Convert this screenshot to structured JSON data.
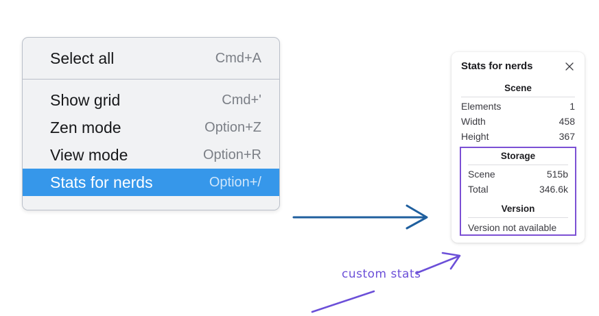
{
  "context_menu": {
    "groups": [
      {
        "items": [
          {
            "label": "Select all",
            "shortcut": "Cmd+A",
            "highlighted": false
          }
        ]
      },
      {
        "items": [
          {
            "label": "Show grid",
            "shortcut": "Cmd+'",
            "highlighted": false
          },
          {
            "label": "Zen mode",
            "shortcut": "Option+Z",
            "highlighted": false
          },
          {
            "label": "View mode",
            "shortcut": "Option+R",
            "highlighted": false
          },
          {
            "label": "Stats for nerds",
            "shortcut": "Option+/",
            "highlighted": true
          }
        ]
      }
    ],
    "highlight_color": "#3697ea"
  },
  "stats_panel": {
    "title": "Stats for nerds",
    "close_icon": "close-icon",
    "sections": [
      {
        "title": "Scene",
        "boxed": false,
        "rows": [
          {
            "key": "Elements",
            "value": "1"
          },
          {
            "key": "Width",
            "value": "458"
          },
          {
            "key": "Height",
            "value": "367"
          }
        ]
      },
      {
        "title": "Storage",
        "boxed": true,
        "rows": [
          {
            "key": "Scene",
            "value": "515b"
          },
          {
            "key": "Total",
            "value": "346.6k"
          }
        ]
      },
      {
        "title": "Version",
        "boxed": true,
        "text": "Version not available"
      }
    ],
    "highlight_border_color": "#7b4fd4"
  },
  "annotations": {
    "blue_arrow": {
      "name": "blue-arrow",
      "color": "#1f5f9e"
    },
    "purple_label": {
      "text": "custom stats",
      "color": "#6b4fd8"
    }
  }
}
